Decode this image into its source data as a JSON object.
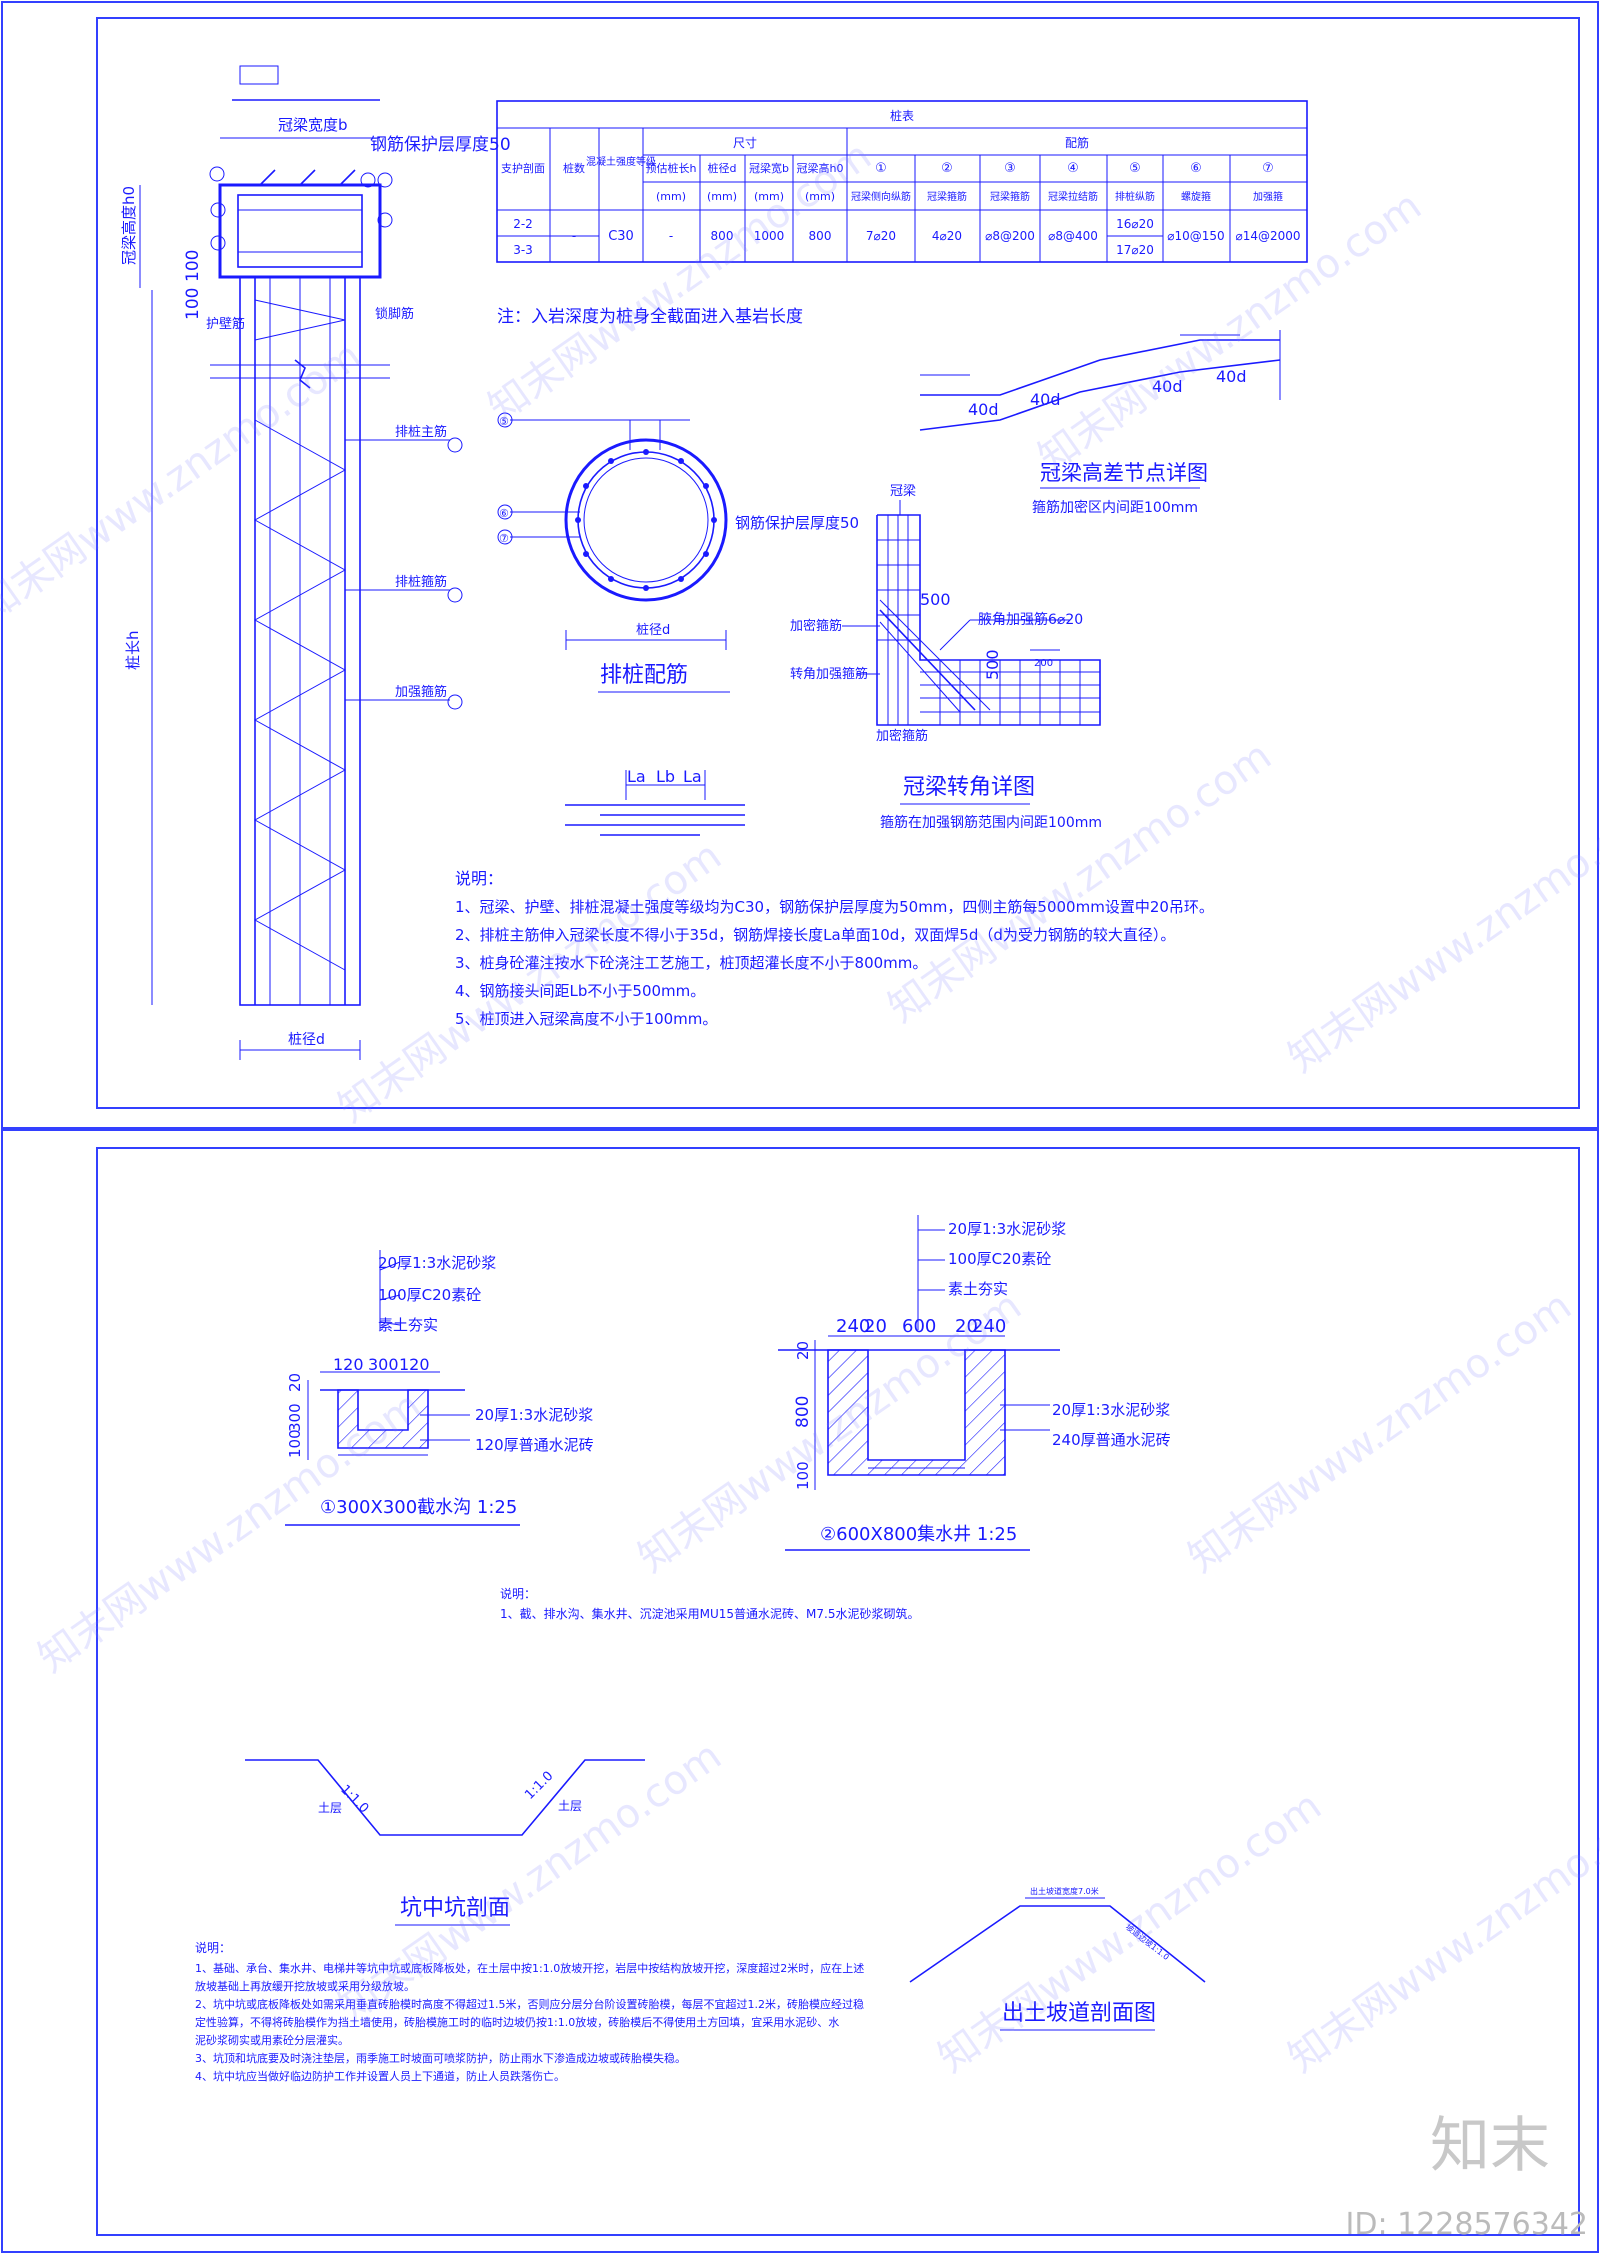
{
  "sheet1": {
    "pile_elevation": {
      "crown_width": "冠梁宽度b",
      "cover_thickness": "钢筋保护层厚度50",
      "crown_height": "冠梁高度h0",
      "dim_100a": "100",
      "dim_100b": "100",
      "wall_label": "护壁筋",
      "lock_label": "锁脚筋",
      "main_bar": "排桩主筋",
      "stirrup": "排桩箍筋",
      "strength_bar": "加强箍筋",
      "pile_length": "桩长h",
      "pile_dia": "桩径d"
    },
    "table": {
      "title": "桩表",
      "group_size": "尺寸",
      "group_rebar": "配筋",
      "h_support": "支护剖面",
      "h_count": "桩数",
      "h_concrete": "混凝土强度等级",
      "h_embed": "预估桩长h",
      "h_dia": "桩径d",
      "h_crown_b": "冠梁宽b",
      "h_crown_h": "冠梁高h0",
      "unit": "(mm)",
      "nums": [
        "①",
        "②",
        "③",
        "④",
        "⑤",
        "⑥",
        "⑦"
      ],
      "rebar_names": [
        "冠梁侧向纵筋",
        "冠梁箍筋",
        "冠梁箍筋",
        "冠梁拉结筋",
        "排桩纵筋",
        "螺旋箍",
        "加强箍"
      ],
      "rows": [
        "2-2",
        "3-3"
      ],
      "count": "-",
      "concrete": "C30",
      "embed": "-",
      "dia": "800",
      "crown_b": "1000",
      "crown_h": "800",
      "r1": "7⌀20",
      "r2": "4⌀20",
      "r3": "⌀8@200",
      "r4": "⌀8@400",
      "r5a": "16⌀20",
      "r5b": "17⌀20",
      "r6": "⌀10@150",
      "r7": "⌀14@2000"
    },
    "note_embed": "注：入岩深度为桩身全截面进入基岩长度",
    "step_detail": {
      "title": "冠梁高差节点详图",
      "sub": "箍筋加密区内间距100mm",
      "d1": "40d",
      "d2": "40d",
      "d3": "40d",
      "d4": "40d"
    },
    "section": {
      "cover": "钢筋保护层厚度50",
      "title": "排桩配筋",
      "dia": "桩径d",
      "n5": "⑤",
      "n6": "⑥",
      "n7": "⑦"
    },
    "corner": {
      "crown": "冠梁",
      "dim500": "500",
      "dim500b": "500",
      "corner_bar": "腋角加强筋6⌀20",
      "dense1": "加密箍筋",
      "turn": "转角加强箍筋",
      "dense2": "加密箍筋",
      "dim200": "200",
      "title": "冠梁转角详图",
      "sub": "箍筋在加强钢筋范围内间距100mm"
    },
    "lap": {
      "la1": "La",
      "lb": "Lb",
      "la2": "La"
    },
    "notes": {
      "title": "说明：",
      "l1": "1、冠梁、护壁、排桩混凝土强度等级均为C30，钢筋保护层厚度为50mm，四侧主筋每5000mm设置中20吊环。",
      "l2": "2、排桩主筋伸入冠梁长度不得小于35d，钢筋焊接长度La单面10d，双面焊5d（d为受力钢筋的较大直径）。",
      "l3": "3、桩身砼灌注按水下砼浇注工艺施工，桩顶超灌长度不小于800mm。",
      "l4": "4、钢筋接头间距Lb不小于500mm。",
      "l5": "5、桩顶进入冠梁高度不小于100mm。"
    }
  },
  "sheet2": {
    "ditch": {
      "c1": "20厚1:3水泥砂浆",
      "c2": "100厚C20素砼",
      "c3": "素土夯实",
      "w1": "120",
      "w2": "300",
      "w3": "120",
      "h1": "20",
      "h2": "300",
      "h3": "100",
      "r1": "20厚1:3水泥砂浆",
      "r2": "120厚普通水泥砖",
      "title": "①300X300截水沟 1:25"
    },
    "well": {
      "c1": "20厚1:3水泥砂浆",
      "c2": "100厚C20素砼",
      "c3": "素土夯实",
      "w1": "240",
      "w2": "20",
      "w3": "600",
      "w4": "20",
      "w5": "240",
      "h1": "20",
      "h2": "800",
      "h3": "100",
      "r1": "20厚1:3水泥砂浆",
      "r2": "240厚普通水泥砖",
      "title": "②600X800集水井 1:25"
    },
    "mid_note_title": "说明：",
    "mid_note": "1、截、排水沟、集水井、沉淀池采用MU15普通水泥砖、M7.5水泥砂浆砌筑。",
    "pit": {
      "slope1": "1:1.0",
      "slope2": "1:1.0",
      "soil1": "土层",
      "soil2": "土层",
      "title": "坑中坑剖面"
    },
    "ramp": {
      "top_label": "出土坡道宽度7.0米",
      "side_label": "坡道边坡1:1.0",
      "title": "出土坡道剖面图"
    },
    "notes": {
      "title": "说明：",
      "l1": "1、基础、承台、集水井、电梯井等坑中坑或底板降板处，在土层中按1:1.0放坡开挖，岩层中按结构放坡开挖，深度超过2米时，应在上述",
      "l1b": "放坡基础上再放缓开挖放坡或采用分级放坡。",
      "l2": "2、坑中坑或底板降板处如需采用垂直砖胎模时高度不得超过1.5米，否则应分层分台阶设置砖胎模，每层不宜超过1.2米，砖胎模应经过稳",
      "l2b": "定性验算，不得将砖胎模作为挡土墙使用，砖胎模施工时的临时边坡仍按1:1.0放坡，砖胎模后不得使用土方回填，宜采用水泥砂、水",
      "l2c": "泥砂浆砌实或用素砼分层灌实。",
      "l3": "3、坑顶和坑底要及时浇注垫层，雨季施工时坡面可喷浆防护，防止雨水下渗造成边坡或砖胎模失稳。",
      "l4": "4、坑中坑应当做好临边防护工作并设置人员上下通道，防止人员跌落伤亡。"
    }
  },
  "watermark": "知末网www.znzmo.com",
  "brand": "知末",
  "image_id": "ID: 1228576342"
}
